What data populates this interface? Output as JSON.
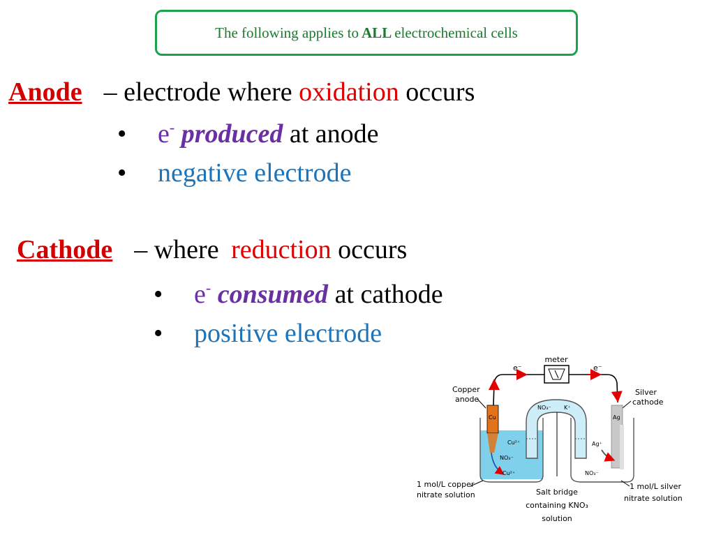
{
  "banner": {
    "pre": "The following applies to",
    "bold": "ALL",
    "post": "electrochemical cells"
  },
  "anode": {
    "term": "Anode",
    "def_pre": "– electrode where",
    "def_keyword": "oxidation",
    "def_post": "occurs",
    "bullet1": {
      "e": "e",
      "sup": "-",
      "keyword": "produced",
      "rest": "at anode"
    },
    "bullet2": "negative electrode"
  },
  "cathode": {
    "term": "Cathode",
    "def_pre": "– where",
    "def_keyword": "reduction",
    "def_post": "occurs",
    "bullet1": {
      "e": "e",
      "sup": "-",
      "keyword": "consumed",
      "rest": "at cathode"
    },
    "bullet2": "positive electrode"
  },
  "bullet_char": "•",
  "diagram": {
    "meter": "meter",
    "e_left": "e⁻",
    "e_right": "e⁻",
    "copper_anode": [
      "Copper",
      "anode"
    ],
    "silver_cathode": [
      "Silver",
      "cathode"
    ],
    "cu": "Cu",
    "ag": "Ag",
    "no3_bridge": "NO₃⁻",
    "k_bridge": "K⁺",
    "cu2_a": "Cu²⁺",
    "no3_left": "NO₃⁻",
    "cu2_b": "Cu²⁺",
    "ag_plus": "Ag⁺",
    "no3_right": "NO₃⁻",
    "left_solution": [
      "1 mol/L copper",
      "nitrate solution"
    ],
    "bridge_label": [
      "Salt bridge",
      "containing KNO₃",
      "solution"
    ],
    "right_solution": [
      "1 mol/L silver",
      "nitrate solution"
    ],
    "colors": {
      "copper": "#e2731a",
      "solution": "#7fd0ea",
      "bridge": "#cdeef8",
      "silver": "#c8c8c8"
    }
  }
}
